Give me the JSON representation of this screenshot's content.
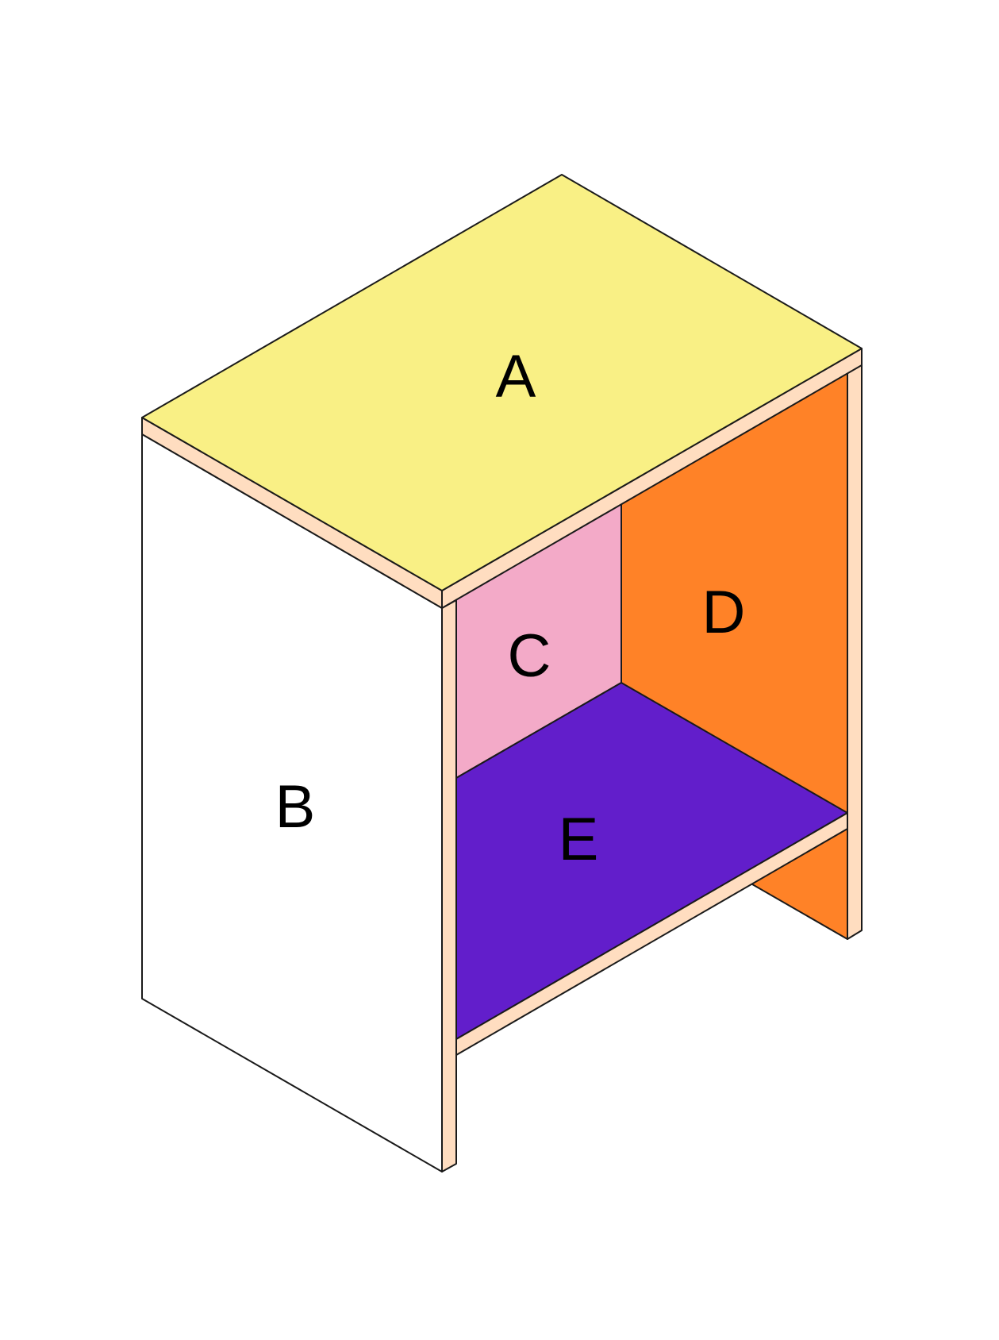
{
  "colors": {
    "top_panel": "#F9F085",
    "side_panel": "#FFFFFF",
    "back_panel": "#F3AAC8",
    "right_inner_panel": "#FF8227",
    "shelf_panel": "#621ECB",
    "board_edge": "#FFDDC0",
    "outline": "#1A1A1A",
    "background": "#FFFFFF"
  },
  "labels": {
    "top": "A",
    "left_side": "B",
    "back": "C",
    "right_side": "D",
    "shelf": "E"
  }
}
